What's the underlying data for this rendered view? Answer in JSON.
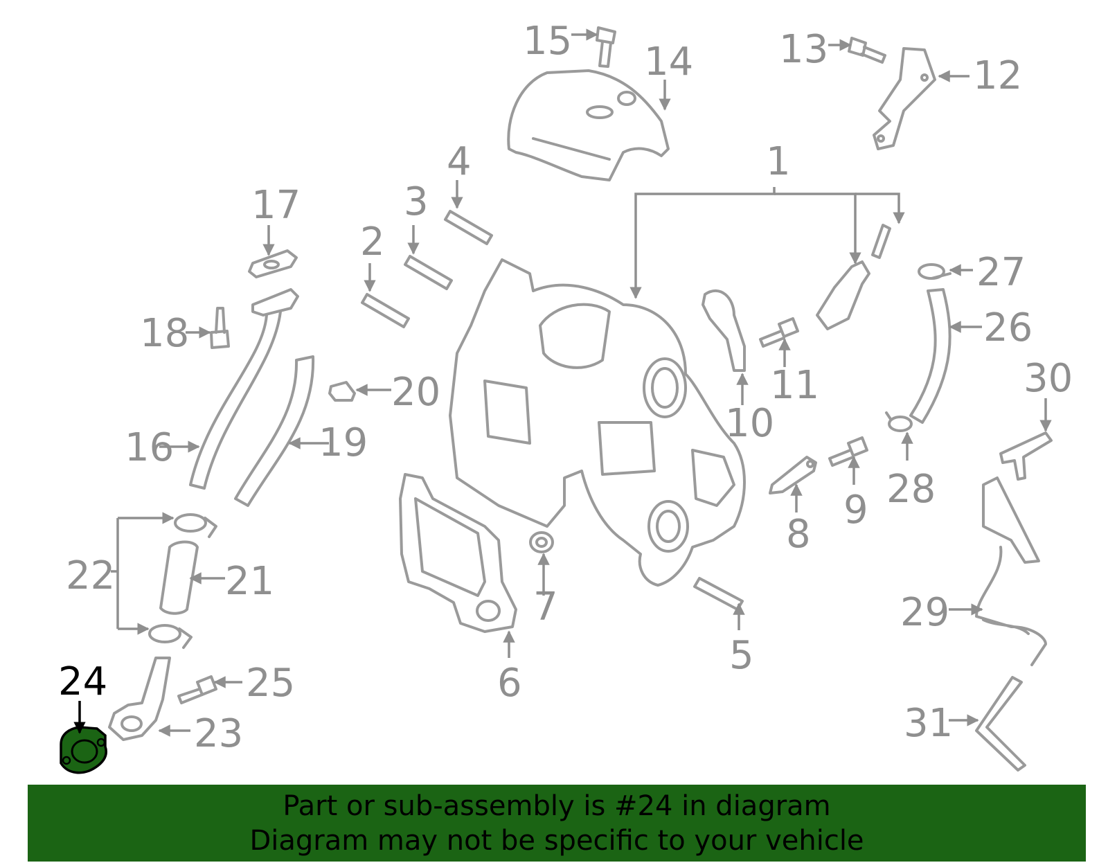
{
  "labels": {
    "l1": "1",
    "l2": "2",
    "l3": "3",
    "l4": "4",
    "l5": "5",
    "l6": "6",
    "l7": "7",
    "l8": "8",
    "l9": "9",
    "l10": "10",
    "l11": "11",
    "l12": "12",
    "l13": "13",
    "l14": "14",
    "l15": "15",
    "l16": "16",
    "l17": "17",
    "l18": "18",
    "l19": "19",
    "l20": "20",
    "l21": "21",
    "l22": "22",
    "l23": "23",
    "l24": "24",
    "l25": "25",
    "l26": "26",
    "l27": "27",
    "l28": "28",
    "l29": "29",
    "l30": "30",
    "l31": "31"
  },
  "highlight": {
    "part_number": "24",
    "color": "#1b6414"
  },
  "banner": {
    "line1": "Part or sub-assembly is #24 in diagram",
    "line2": "Diagram may not be specific to your vehicle",
    "background": "#1b6414"
  },
  "colors": {
    "part_stroke": "#9a9a9a",
    "label": "#8f8f8f",
    "highlight_label": "#000000"
  }
}
